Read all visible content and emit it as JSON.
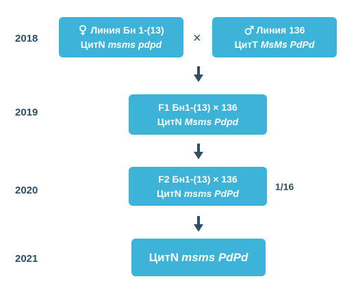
{
  "years": [
    "2018",
    "2019",
    "2020",
    "2021"
  ],
  "parents": {
    "female": {
      "title": "Линия Бн 1-(13)",
      "cyt": "ЦитN",
      "genotype": "msms pdpd",
      "symbol_icon": "female-sign-icon"
    },
    "cross_symbol": "×",
    "male": {
      "title": "Линия 136",
      "cyt": "ЦитT",
      "genotype": "MsMs PdPd",
      "symbol_icon": "male-sign-icon"
    }
  },
  "f1": {
    "title": "F1 Бн1-(13) × 136",
    "cyt": "ЦитN",
    "genotype": "Msms Pdpd"
  },
  "f2": {
    "title": "F2 Бн1-(13) × 136",
    "cyt": "ЦитN",
    "genotype": "msms PdPd",
    "ratio": "1/16"
  },
  "final": {
    "cyt": "ЦитN",
    "genotype": "msms PdPd"
  },
  "colors": {
    "box": "#3db3d8",
    "text_dark": "#2f4e63",
    "arrow": "#2f4e63"
  }
}
